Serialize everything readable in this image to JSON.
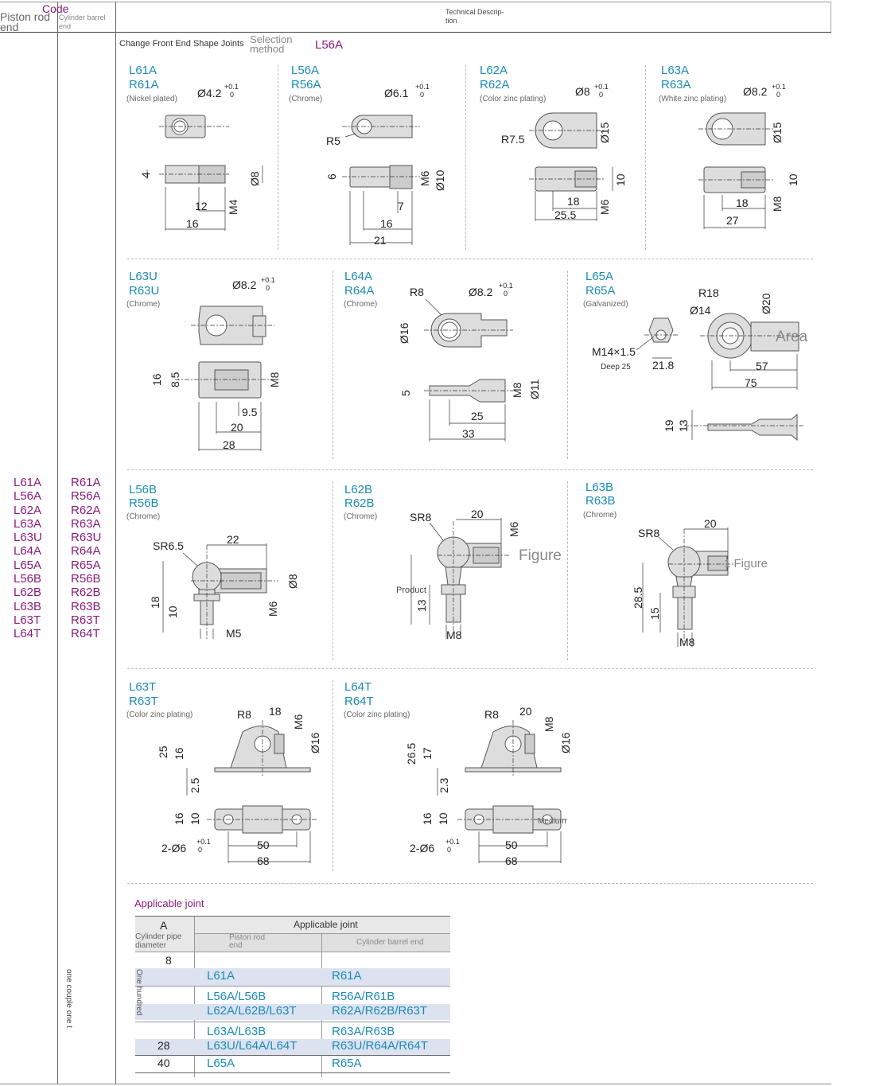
{
  "header": {
    "code_label": "Code",
    "piston_rod_end": "Piston rod end",
    "cylinder_barrel_end": "Cylinder barrel end",
    "technical_description": "Technical Descrip- tion"
  },
  "selection_row": {
    "change_label": "Change Front End Shape Joints",
    "selection_method": "Selection method",
    "selected": "L56A"
  },
  "left_codes": [
    "L61A",
    "L56A",
    "L62A",
    "L63A",
    "L63U",
    "L64A",
    "L65A",
    "L56B",
    "L62B",
    "L63B",
    "L63T",
    "L64T"
  ],
  "right_codes": [
    "R61A",
    "R56A",
    "R62A",
    "R63A",
    "R63U",
    "R64A",
    "R65A",
    "R56B",
    "R62B",
    "R63B",
    "R63T",
    "R64T"
  ],
  "vertical_note": "one couple one t",
  "joints": [
    {
      "l": "L61A",
      "r": "R61A",
      "finish": "(Nickel plated)",
      "hole": "Ø4.2",
      "dims": [
        "4",
        "12",
        "16",
        "Ø8",
        "M4"
      ]
    },
    {
      "l": "L56A",
      "r": "R56A",
      "finish": "(Chrome)",
      "hole": "Ø6.1",
      "dims": [
        "R5",
        "6",
        "16",
        "21",
        "7",
        "M6",
        "Ø10"
      ]
    },
    {
      "l": "L62A",
      "r": "R62A",
      "finish": "(Color zinc plating)",
      "hole": "Ø8",
      "dims": [
        "R7.5",
        "Ø15",
        "18",
        "25.5",
        "10",
        "M6"
      ]
    },
    {
      "l": "L63A",
      "r": "R63A",
      "finish": "(White zinc plating)",
      "hole": "Ø8.2",
      "dims": [
        "Ø15",
        "18",
        "27",
        "10",
        "M8"
      ]
    },
    {
      "l": "L63U",
      "r": "R63U",
      "finish": "(Chrome)",
      "hole": "Ø8.2",
      "dims": [
        "16",
        "8.5",
        "M8",
        "9.5",
        "20",
        "28"
      ]
    },
    {
      "l": "L64A",
      "r": "R64A",
      "finish": "(Chrome)",
      "hole": "Ø8.2",
      "dims": [
        "R8",
        "Ø16",
        "5",
        "M8",
        "Ø11",
        "25",
        "33"
      ]
    },
    {
      "l": "L65A",
      "r": "R65A",
      "finish": "(Galvanized)",
      "hole": "",
      "dims": [
        "R18",
        "Ø20",
        "Ø14",
        "M14×1.5",
        "Deep 25",
        "21.8",
        "57",
        "75",
        "19",
        "13",
        "Area"
      ]
    },
    {
      "l": "L56B",
      "r": "R56B",
      "finish": "(Chrome)",
      "hole": "",
      "dims": [
        "SR6.5",
        "22",
        "Ø8",
        "18",
        "10",
        "M6",
        "M5"
      ]
    },
    {
      "l": "L62B",
      "r": "R62B",
      "finish": "(Chrome)",
      "hole": "",
      "dims": [
        "SR8",
        "20",
        "M6",
        "Figure",
        "Product",
        "13",
        "M8"
      ]
    },
    {
      "l": "L63B",
      "r": "R63B",
      "finish": "(Chrome)",
      "hole": "",
      "dims": [
        "SR8",
        "20",
        "1 Figure",
        "28.5",
        "15",
        "M8"
      ]
    },
    {
      "l": "L63T",
      "r": "R63T",
      "finish": "(Color zinc plating)",
      "hole": "",
      "dims": [
        "R8",
        "18",
        "M6",
        "25",
        "16",
        "Ø16",
        "2.5",
        "16",
        "10",
        "2-Ø6",
        "50",
        "68"
      ]
    },
    {
      "l": "L64T",
      "r": "R64T",
      "finish": "(Color zinc plating)",
      "hole": "",
      "dims": [
        "R8",
        "20",
        "M8",
        "26.5",
        "17",
        "Ø16",
        "2.3",
        "16",
        "10",
        "2-Ø6",
        "50",
        "68",
        "Medium"
      ]
    }
  ],
  "tolerance": {
    "upper": "+0.1",
    "lower": "0"
  },
  "applicable": {
    "title": "Applicable joint",
    "col_a": "A",
    "col_a_sub": "Cylinder pipe diameter",
    "col_group": "Applicable joint",
    "col_piston": "Piston rod end",
    "col_barrel": "Cylinder barrel end",
    "side_note": "One hundred",
    "rows": [
      {
        "a": "8",
        "p": "",
        "b": ""
      },
      {
        "a": "",
        "p": "L61A",
        "b": "R61A"
      },
      {
        "a": "",
        "p": "",
        "b": ""
      },
      {
        "a": "",
        "p": "L56A/L56B",
        "b": "R56A/R61B"
      },
      {
        "a": "",
        "p": "L62A/L62B/L63T",
        "b": "R62A/R62B/R63T"
      },
      {
        "a": "",
        "p": "",
        "b": ""
      },
      {
        "a": "",
        "p": "L63A/L63B",
        "b": "R63A/R63B"
      },
      {
        "a": "28",
        "p": "L63U/L64A/L64T",
        "b": "R63U/R64A/R64T"
      },
      {
        "a": "40",
        "p": "L65A",
        "b": "R65A"
      }
    ]
  }
}
